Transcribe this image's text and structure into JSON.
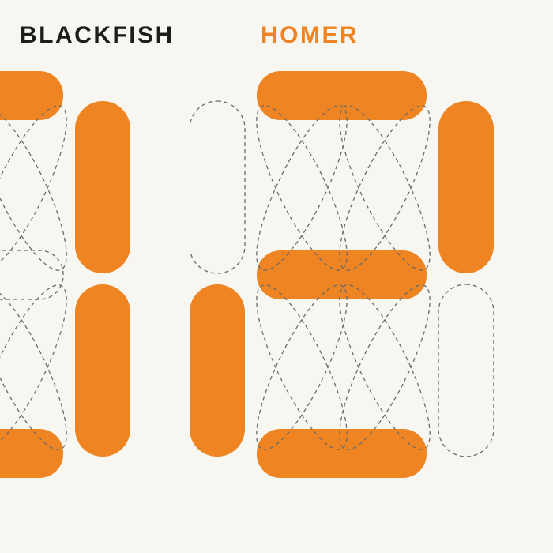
{
  "page": {
    "background": "#f8f6f1"
  },
  "header": {
    "artist": "BLACKFISH",
    "album": "HOMER",
    "artist_color": "#1d1d1b",
    "album_color": "#ef8522"
  },
  "display": {
    "type": "segment-display",
    "segment_on_color": "#ef8522",
    "segment_off_style": "dashed-outline",
    "outline_color": "#6a6a6a",
    "digits": [
      {
        "id": "digit-left",
        "visibility": "partially cut off at left edge",
        "segments": {
          "top": "on",
          "top_left": "off",
          "top_right": "on",
          "middle": "off",
          "bottom_left": "off",
          "bottom_right": "on",
          "bottom": "on"
        }
      },
      {
        "id": "digit-right",
        "visibility": "full",
        "value": "2",
        "segments": {
          "top": "on",
          "top_left": "off",
          "top_right": "on",
          "middle": "on",
          "bottom_left": "on",
          "bottom_right": "off",
          "bottom": "on"
        }
      }
    ]
  }
}
